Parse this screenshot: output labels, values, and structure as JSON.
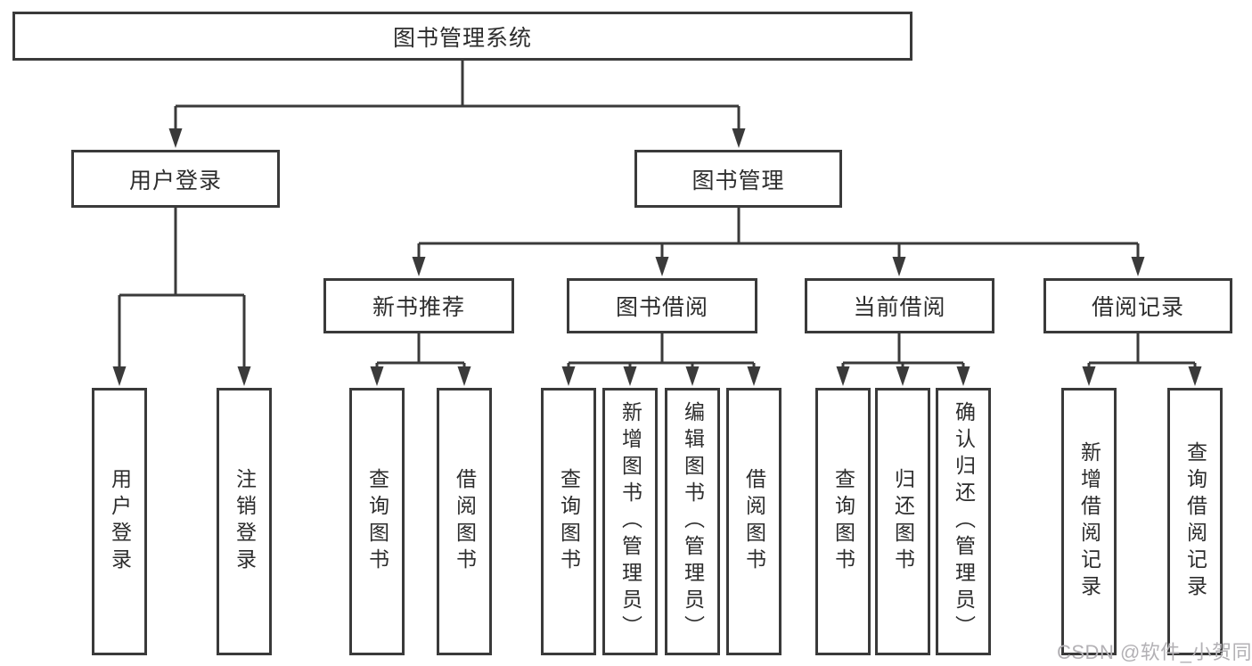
{
  "nodes": {
    "root": "图书管理系统",
    "level2": [
      {
        "label": "用户登录"
      },
      {
        "label": "图书管理"
      }
    ],
    "level3": [
      {
        "label": "新书推荐"
      },
      {
        "label": "图书借阅"
      },
      {
        "label": "当前借阅"
      },
      {
        "label": "借阅记录"
      }
    ],
    "leaves": [
      {
        "label": "用户登录"
      },
      {
        "label": "注销登录"
      },
      {
        "label": "查询图书"
      },
      {
        "label": "借阅图书"
      },
      {
        "label": "查询图书"
      },
      {
        "label": "新增图书（管理员）"
      },
      {
        "label": "编辑图书（管理员）"
      },
      {
        "label": "借阅图书"
      },
      {
        "label": "查询图书"
      },
      {
        "label": "归还图书"
      },
      {
        "label": "确认归还（管理员）"
      },
      {
        "label": "新增借阅记录"
      },
      {
        "label": "查询借阅记录"
      }
    ]
  },
  "watermark": "CSDN @软件_小贺同学",
  "colors": {
    "line": "#3a3a3a",
    "text": "#2d2d2d",
    "background": "#ffffff",
    "watermark": "#b3b1b5"
  }
}
